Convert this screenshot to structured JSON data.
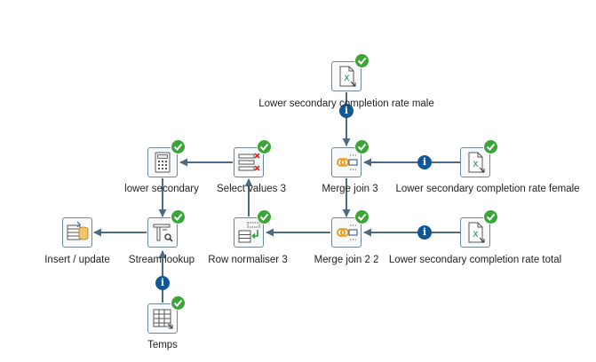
{
  "colors": {
    "hop": "#4a6a85",
    "check": "#3aa537",
    "info": "#0f5796",
    "step_border": "#6f8899"
  },
  "steps": {
    "male": {
      "label": "Lower secondary completion rate male",
      "icon": "excel-input-icon"
    },
    "female": {
      "label": "Lower secondary completion rate female",
      "icon": "excel-input-icon"
    },
    "total": {
      "label": "Lower secondary completion rate total",
      "icon": "excel-input-icon"
    },
    "merge3": {
      "label": "Merge join 3",
      "icon": "merge-join-icon"
    },
    "merge22": {
      "label": "Merge join 2 2",
      "icon": "merge-join-icon"
    },
    "select3": {
      "label": "Select values 3",
      "icon": "select-values-icon"
    },
    "normaliser3": {
      "label": "Row normaliser 3",
      "icon": "row-normaliser-icon"
    },
    "lower": {
      "label": "lower secondary",
      "icon": "calculator-icon"
    },
    "stream": {
      "label": "Stream lookup",
      "icon": "stream-lookup-icon"
    },
    "insert": {
      "label": "Insert / update",
      "icon": "insert-update-icon"
    },
    "temps": {
      "label": "Temps",
      "icon": "table-input-icon"
    }
  },
  "info_marker": "i"
}
